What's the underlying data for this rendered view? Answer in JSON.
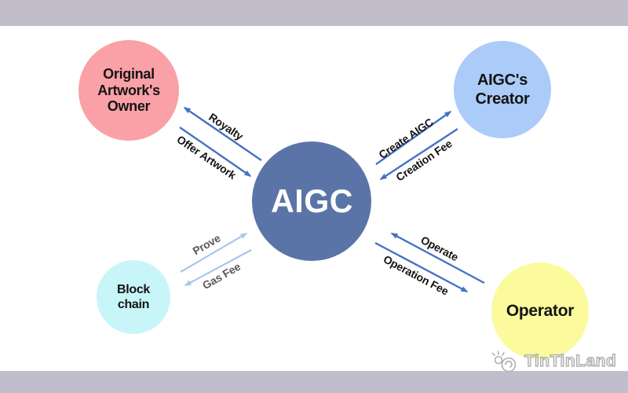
{
  "background": {
    "frame_color": "#c1bdcb",
    "canvas_color": "#ffffff"
  },
  "diagram": {
    "center_node": {
      "label": "AIGC",
      "fill": "#5b74a8",
      "text_color": "#ffffff"
    },
    "nodes": {
      "owner": {
        "line1": "Original",
        "line2": "Artwork's",
        "line3": "Owner",
        "fill": "#f9a1a6"
      },
      "creator": {
        "line1": "AIGC's",
        "line2": "Creator",
        "fill": "#abccf8"
      },
      "blockchain": {
        "line1": "Block",
        "line2": "chain",
        "fill": "#c8f6f8"
      },
      "operator": {
        "line1": "Operator",
        "fill": "#fbfb9e"
      }
    },
    "edge_labels": {
      "royalty": "Royalty",
      "offer_artwork": "Offer Artwork",
      "create_aigc": "Create AIGC",
      "creation_fee": "Creation Fee",
      "prove": "Prove",
      "gas_fee": "Gas Fee",
      "operate": "Operate",
      "operation_fee": "Operation Fee"
    },
    "arrow_colors": {
      "primary": "#4472c4",
      "faded": "#a9c7ee"
    },
    "label_colors": {
      "primary": "#141414",
      "faded": "#5a5a5a"
    }
  },
  "watermark": {
    "brand": "TinTinLand",
    "icon": "megaphone-icon",
    "color": "#b0b0b0"
  }
}
